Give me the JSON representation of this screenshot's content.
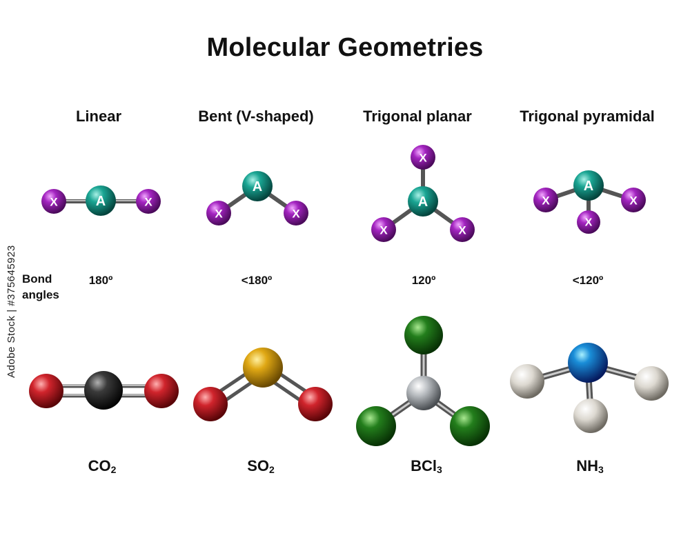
{
  "title": "Molecular Geometries",
  "bond_angles_label_line1": "Bond",
  "bond_angles_label_line2": "angles",
  "columns": [
    {
      "geometry": "Linear",
      "angle": "180º",
      "formula_base": "CO",
      "formula_sub": "2"
    },
    {
      "geometry": "Bent (V-shaped)",
      "angle": "<180º",
      "formula_base": "SO",
      "formula_sub": "2"
    },
    {
      "geometry": "Trigonal planar",
      "angle": "120º",
      "formula_base": "BCl",
      "formula_sub": "3"
    },
    {
      "geometry": "Trigonal pyramidal",
      "angle": "<120º",
      "formula_base": "NH",
      "formula_sub": "3"
    }
  ],
  "atom_letters": {
    "central": "A",
    "ligand": "X"
  },
  "watermark_id": "Adobe Stock | #375645923",
  "colors": {
    "central_atom": "#0e8a7d",
    "ligand_atom": "#9b1fb5",
    "carbon": "#2a2a2a",
    "oxygen": "#c8202a",
    "sulfur": "#d9a416",
    "boron": "#b8bcc0",
    "chlorine": "#1f7a1a",
    "nitrogen": "#1f5fc0",
    "hydrogen": "#d8d4cc",
    "bond": "#888888"
  }
}
